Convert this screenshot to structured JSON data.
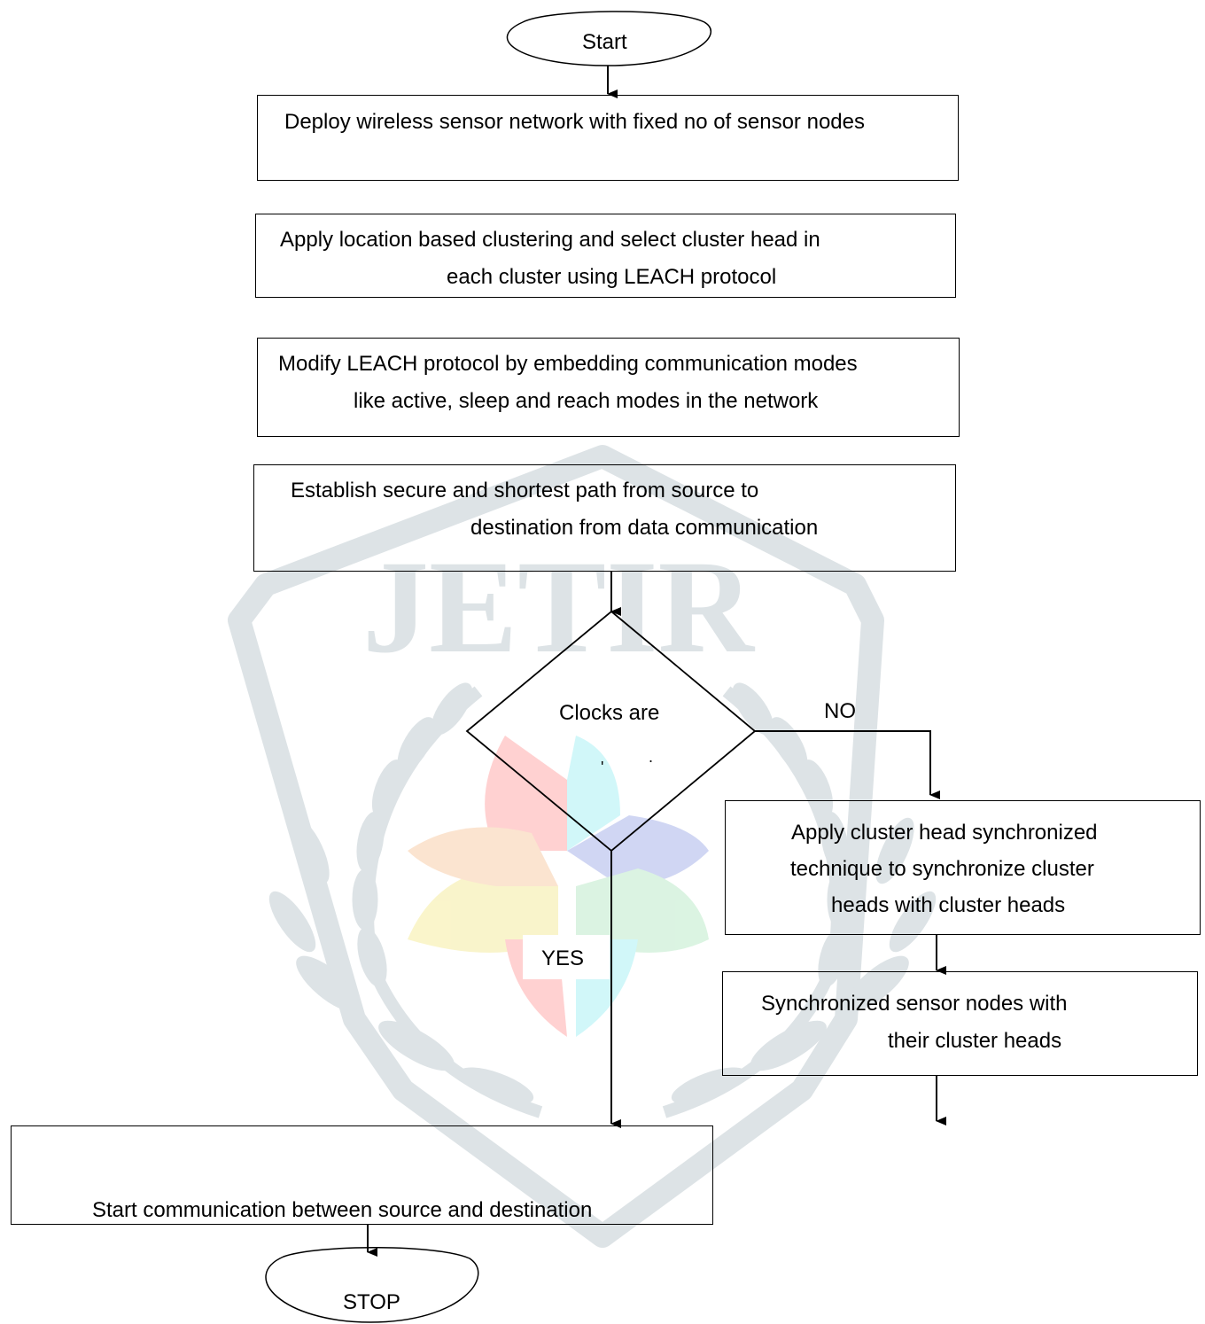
{
  "watermark": {
    "text": "JETIR",
    "shield_color": "#dde3e6",
    "laurel_color": "#dde3e6",
    "petal_colors": [
      "#ffc9c9",
      "#c9f6f8",
      "#c8d0f1",
      "#f9f3c2",
      "#d5f2dd",
      "#fbe0c8"
    ]
  },
  "flowchart": {
    "start": "Start",
    "step1": "Deploy wireless sensor network with fixed no of sensor nodes",
    "step2": {
      "line1": "Apply location based clustering and select cluster head in",
      "line2": "each cluster using LEACH protocol"
    },
    "step3": {
      "line1": "Modify LEACH protocol by embedding communication modes",
      "line2": "like active, sleep and reach modes in the network"
    },
    "step4": {
      "line1": "Establish secure and shortest path from source to",
      "line2": "destination from data communication"
    },
    "decision": "Clocks are",
    "no_label": "NO",
    "yes_label": "YES",
    "sync1": {
      "line1": "Apply cluster head synchronized",
      "line2": "technique to synchronize cluster",
      "line3": "heads with cluster heads"
    },
    "sync2": {
      "line1": "Synchronized sensor nodes with",
      "line2": "their cluster heads"
    },
    "final": "Start communication between source and destination",
    "stop": "STOP"
  }
}
